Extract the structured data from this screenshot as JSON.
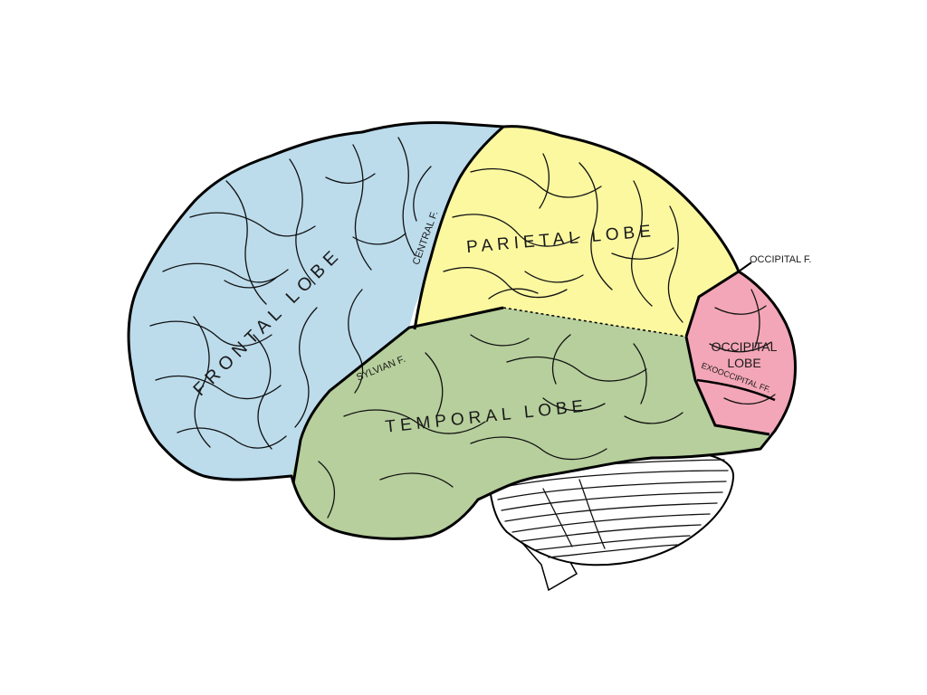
{
  "colors": {
    "frontal": "#bcdcec",
    "parietal": "#fbf8a0",
    "temporal": "#b6cf9c",
    "occipital": "#f3a6b7",
    "cerebellum": "#ffffff",
    "outline": "#000000"
  },
  "lobes": {
    "frontal": "FRONTAL LOBE",
    "parietal": "PARIETAL LOBE",
    "temporal": "TEMPORAL LOBE",
    "occipital_line1": "OCCIPITAL",
    "occipital_line2": "LOBE"
  },
  "fissures": {
    "central": "CENTRAL F.",
    "sylvian": "SYLVIAN F.",
    "occipital": "OCCIPITAL F.",
    "exoccipital": "EXOOCCIPITAL FF."
  }
}
